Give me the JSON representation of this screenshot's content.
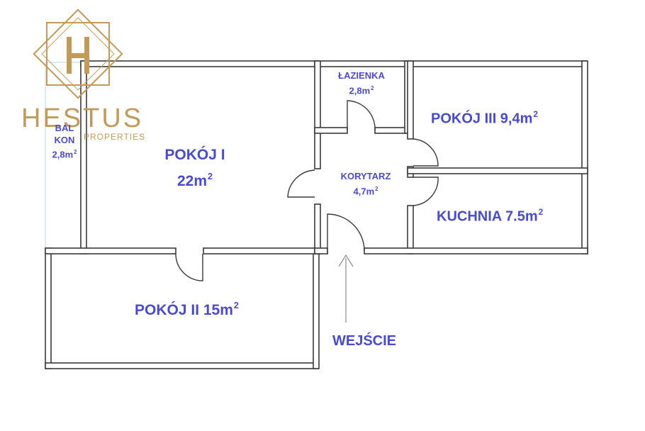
{
  "logo": {
    "brand": "HESTUS",
    "sub": "PROPERTIES",
    "mark": "H"
  },
  "rooms": {
    "pokoj1": {
      "name": "POKÓJ I",
      "area": "22m",
      "sup": "2"
    },
    "pokoj2": {
      "name": "POKÓJ II 15m",
      "sup": "2"
    },
    "pokoj3": {
      "name": "POKÓJ III 9,4m",
      "sup": "2"
    },
    "kuchnia": {
      "name": "KUCHNIA 7.5m",
      "sup": "2"
    },
    "lazienka": {
      "name": "ŁAZIENKA",
      "area": "2,8m",
      "sup": "2"
    },
    "korytarz": {
      "name": "KORYTARZ",
      "area": "4,7m",
      "sup": "2"
    },
    "balkon": {
      "line1": "BAL",
      "line2": "KON",
      "area": "2,8m",
      "sup": "2"
    }
  },
  "entrance": {
    "label": "WEJŚCIE"
  },
  "colors": {
    "label": "#4a4ad0",
    "logo": "#c49a5a",
    "wall": "#3a3a3a"
  }
}
